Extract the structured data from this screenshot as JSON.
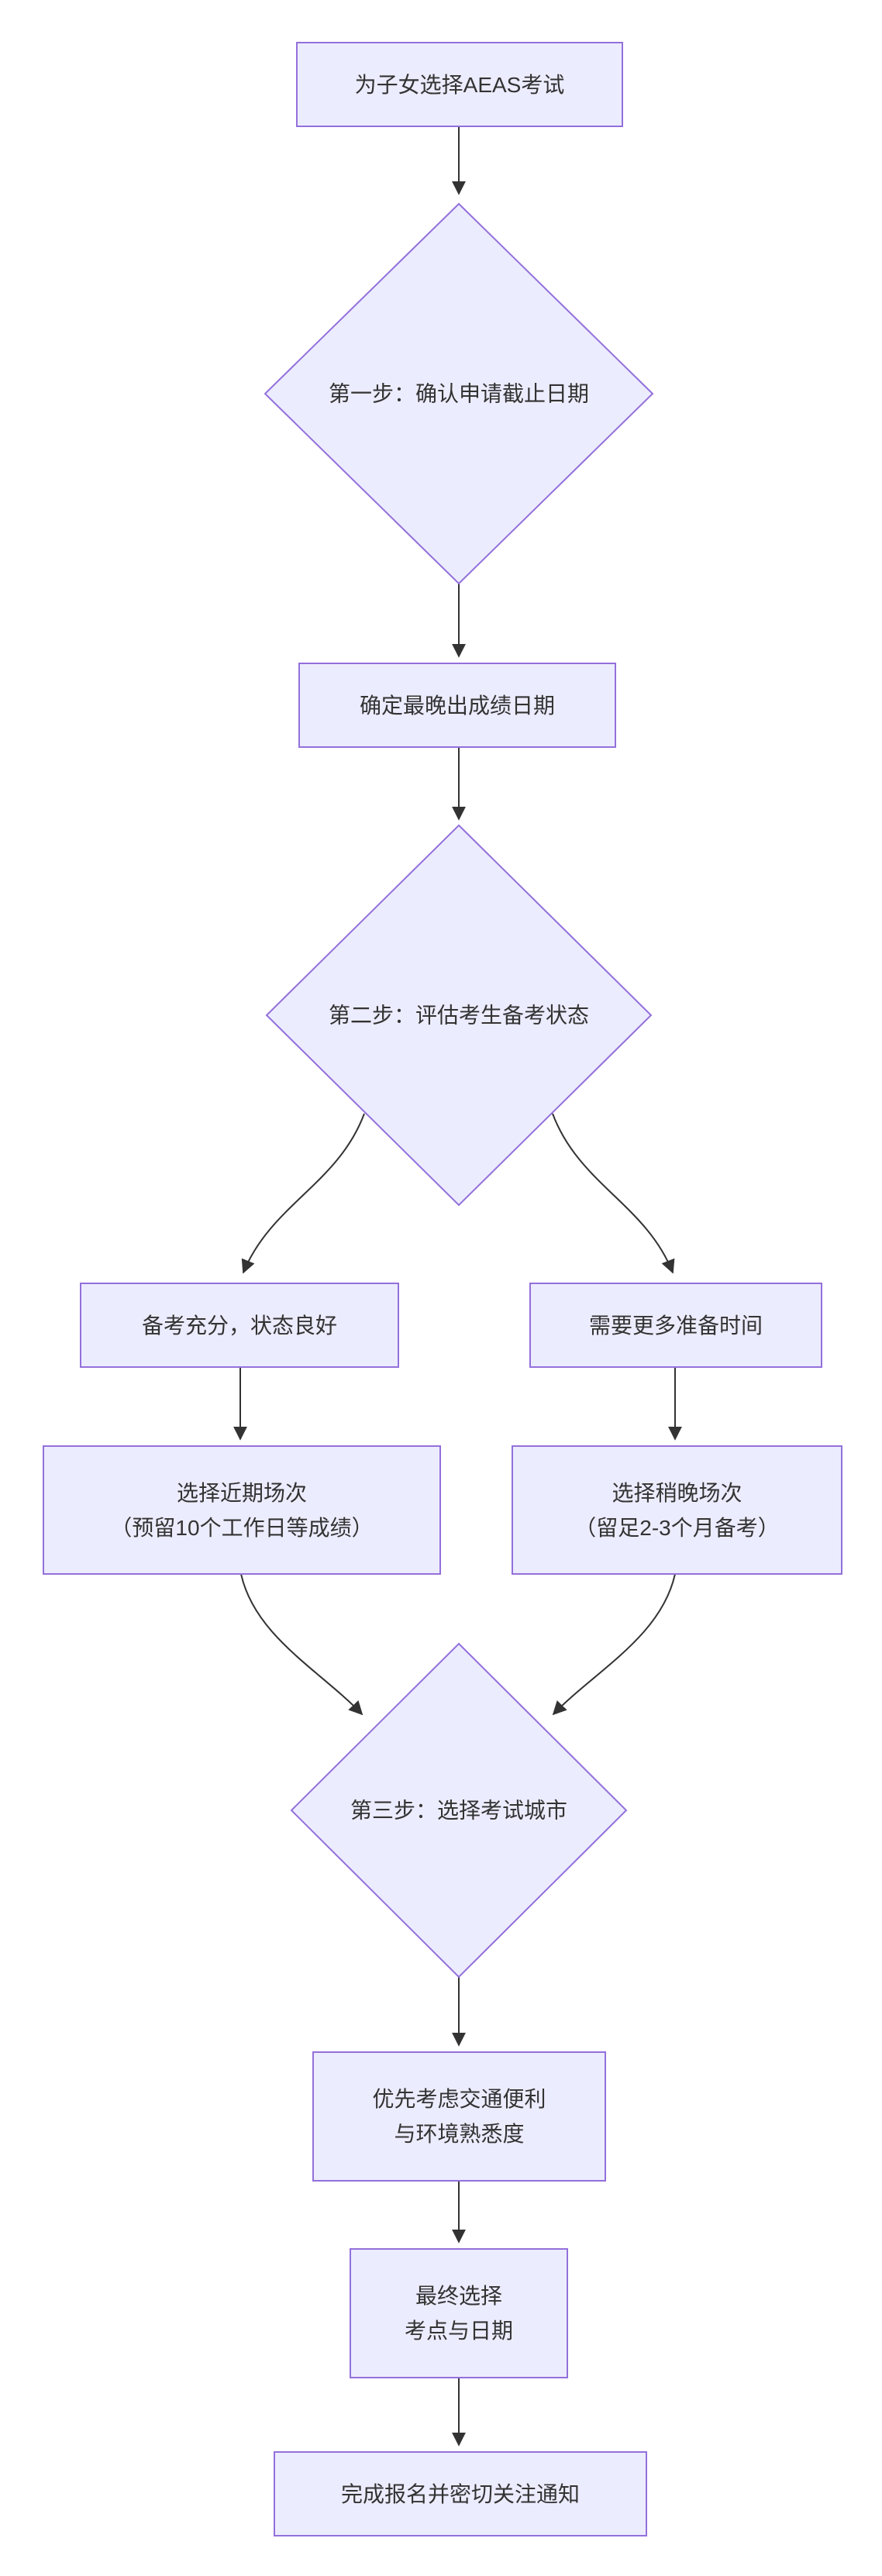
{
  "diagram": {
    "type": "flowchart",
    "direction": "top-down",
    "colors": {
      "node_fill": "#ECECFF",
      "node_border": "#9370DB",
      "edge_color": "#333333",
      "text_color": "#333333",
      "background": "#FFFFFF"
    },
    "nodes": {
      "start": {
        "shape": "rectangle",
        "lines": [
          "为子女选择AEAS考试"
        ]
      },
      "step1": {
        "shape": "diamond",
        "lines": [
          "第一步：确认申请截止日期"
        ]
      },
      "result_date": {
        "shape": "rectangle",
        "lines": [
          "确定最晚出成绩日期"
        ]
      },
      "step2": {
        "shape": "diamond",
        "lines": [
          "第二步：评估考生备考状态"
        ]
      },
      "ready": {
        "shape": "rectangle",
        "lines": [
          "备考充分，状态良好"
        ]
      },
      "need_time": {
        "shape": "rectangle",
        "lines": [
          "需要更多准备时间"
        ]
      },
      "near_session": {
        "shape": "rectangle",
        "lines": [
          "选择近期场次",
          "（预留10个工作日等成绩）"
        ]
      },
      "later_session": {
        "shape": "rectangle",
        "lines": [
          "选择稍晚场次",
          "（留足2-3个月备考）"
        ]
      },
      "step3": {
        "shape": "diamond",
        "lines": [
          "第三步：选择考试城市"
        ]
      },
      "city_pref": {
        "shape": "rectangle",
        "lines": [
          "优先考虑交通便利",
          "与环境熟悉度"
        ]
      },
      "final_choice": {
        "shape": "rectangle",
        "lines": [
          "最终选择",
          "考点与日期"
        ]
      },
      "done": {
        "shape": "rectangle",
        "lines": [
          "完成报名并密切关注通知"
        ]
      }
    },
    "edges": [
      {
        "from": "start",
        "to": "step1"
      },
      {
        "from": "step1",
        "to": "result_date"
      },
      {
        "from": "result_date",
        "to": "step2"
      },
      {
        "from": "step2",
        "to": "ready"
      },
      {
        "from": "step2",
        "to": "need_time"
      },
      {
        "from": "ready",
        "to": "near_session"
      },
      {
        "from": "need_time",
        "to": "later_session"
      },
      {
        "from": "near_session",
        "to": "step3"
      },
      {
        "from": "later_session",
        "to": "step3"
      },
      {
        "from": "step3",
        "to": "city_pref"
      },
      {
        "from": "city_pref",
        "to": "final_choice"
      },
      {
        "from": "final_choice",
        "to": "done"
      }
    ]
  }
}
